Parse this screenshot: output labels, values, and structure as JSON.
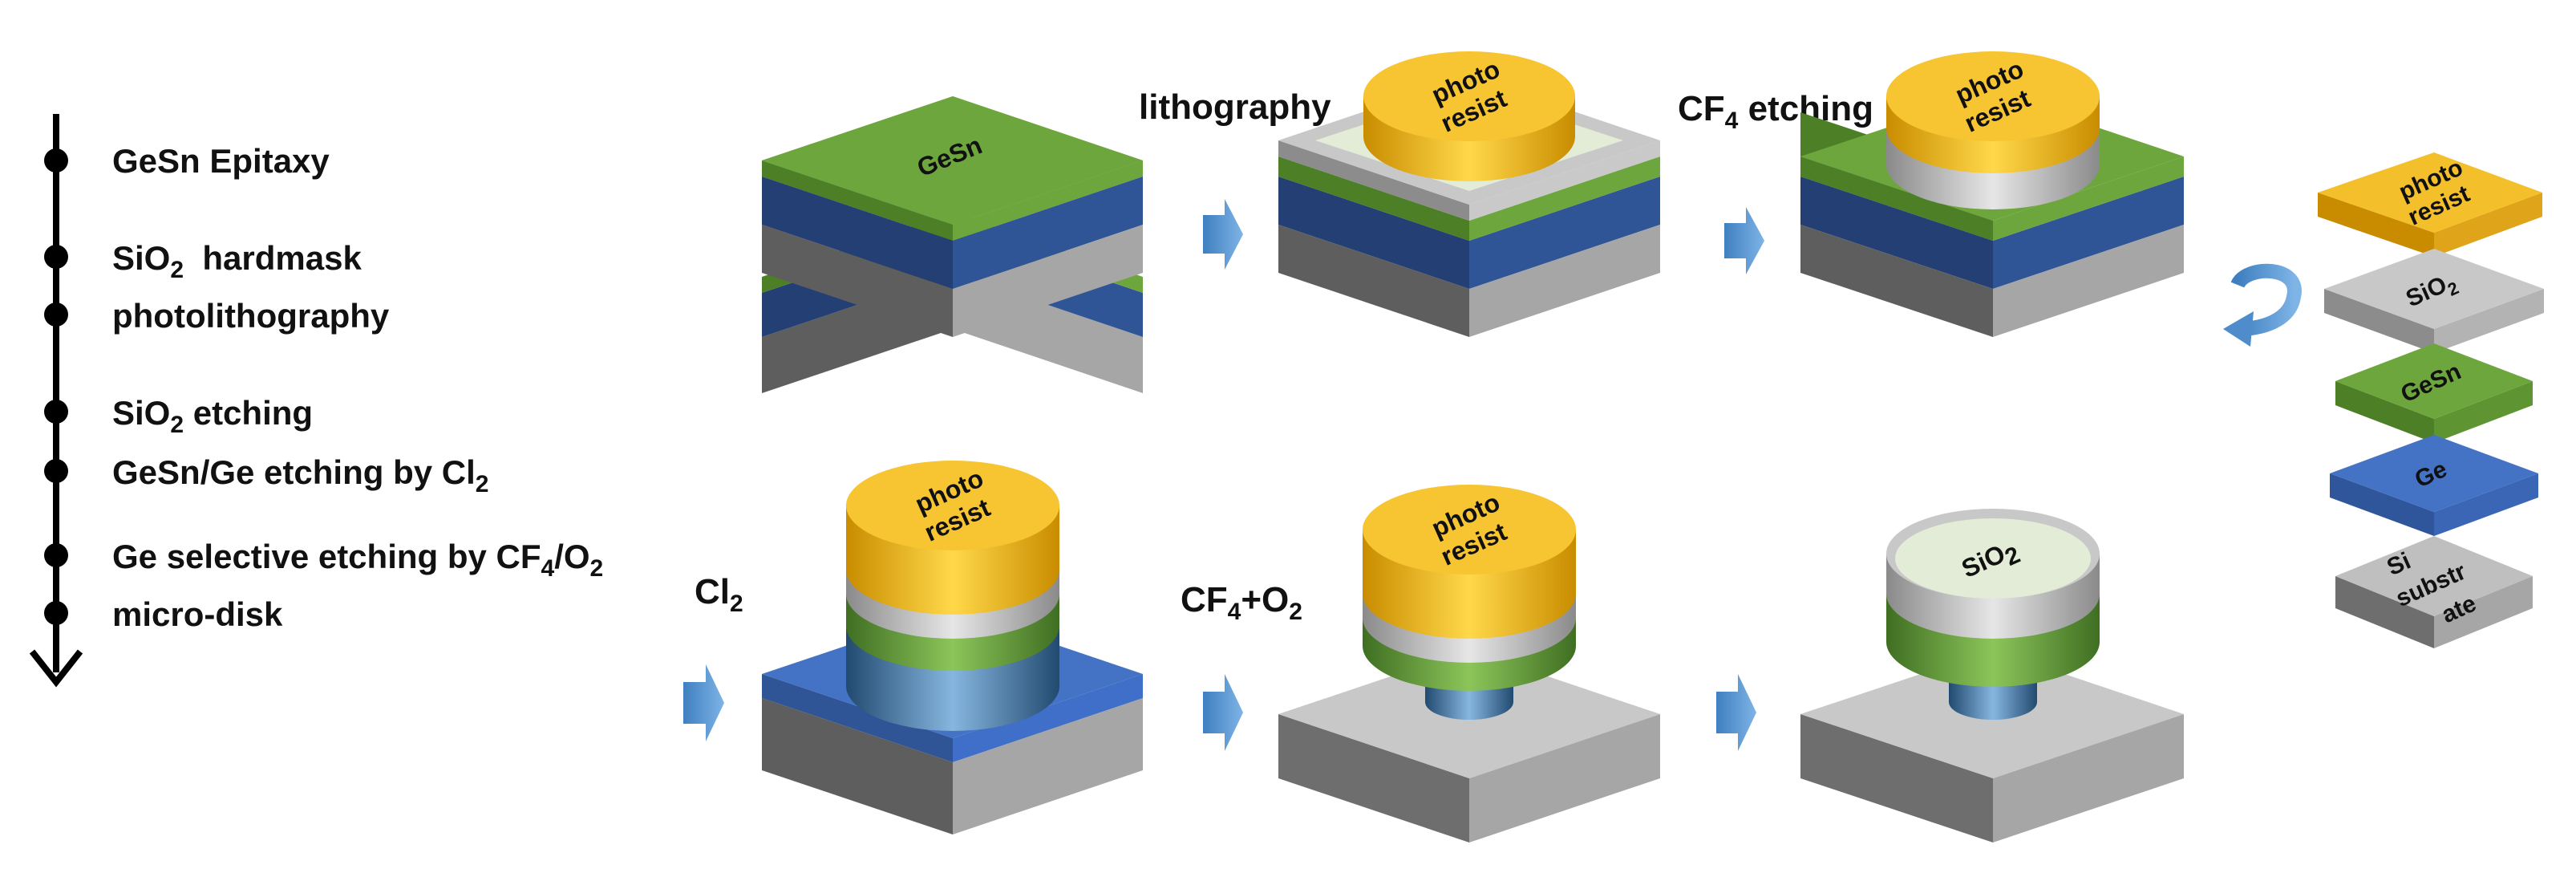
{
  "timeline": {
    "steps": [
      {
        "label": "GeSn Epitaxy"
      },
      {
        "label": "SiO",
        "sub": "2",
        "after": "  hardmask"
      },
      {
        "label": "photolithography"
      },
      {
        "label": "SiO",
        "sub": "2",
        "after": " etching"
      },
      {
        "label": "GeSn/Ge etching by Cl",
        "sub": "2"
      },
      {
        "label": "Ge selective etching by CF",
        "sub": "4",
        "after": "/O",
        "sub2": "2"
      },
      {
        "label": "micro-disk"
      }
    ]
  },
  "process_labels": {
    "lithography": "lithography",
    "cf4_etching": {
      "pre": "CF",
      "sub": "4",
      "post": " etching"
    },
    "cl2": {
      "pre": "Cl",
      "sub": "2"
    },
    "cf4_o2": {
      "pre": "CF",
      "sub": "4",
      "post": "+O",
      "sub2": "2"
    }
  },
  "blocks": {
    "gesn_top": "GeSn",
    "photo_resist": {
      "line1": "photo",
      "line2": "resist"
    },
    "sio2_disk": {
      "pre": "SiO",
      "sub": "2"
    }
  },
  "layer_stack": {
    "photo_resist": {
      "line1": "photo",
      "line2": "resist"
    },
    "sio2": {
      "pre": "SiO",
      "sub": "2"
    },
    "gesn": "GeSn",
    "ge": "Ge",
    "si": {
      "line1": "Si",
      "line2": "substr",
      "line3": "ate"
    }
  },
  "colors": {
    "green": "#6ea63e",
    "blue": "#2f4f8c",
    "blue_bright": "#3f6fc9",
    "gray": "#a6a6a6",
    "gold": "#f3bf2a",
    "arrow": "#5b9bd5"
  }
}
